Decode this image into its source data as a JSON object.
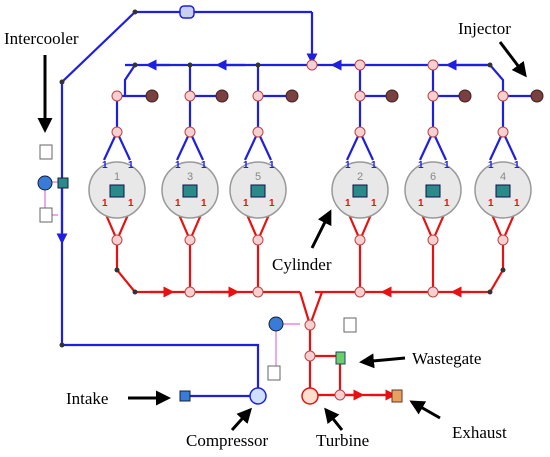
{
  "labels": {
    "intercooler": "Intercooler",
    "injector": "Injector",
    "cylinder": "Cylinder",
    "wastegate": "Wastegate",
    "intake": "Intake",
    "compressor": "Compressor",
    "turbine": "Turbine",
    "exhaust": "Exhaust"
  },
  "cylinders": [
    "1",
    "3",
    "5",
    "2",
    "6",
    "4"
  ],
  "port_labels": {
    "intake_side": "1",
    "exhaust_side": "1"
  },
  "colors": {
    "intake_flow": "#1f1fe0",
    "exhaust_flow": "#e81010",
    "control_link": "#e070e0",
    "valve": "#c85050",
    "injector": "#7a4040"
  }
}
